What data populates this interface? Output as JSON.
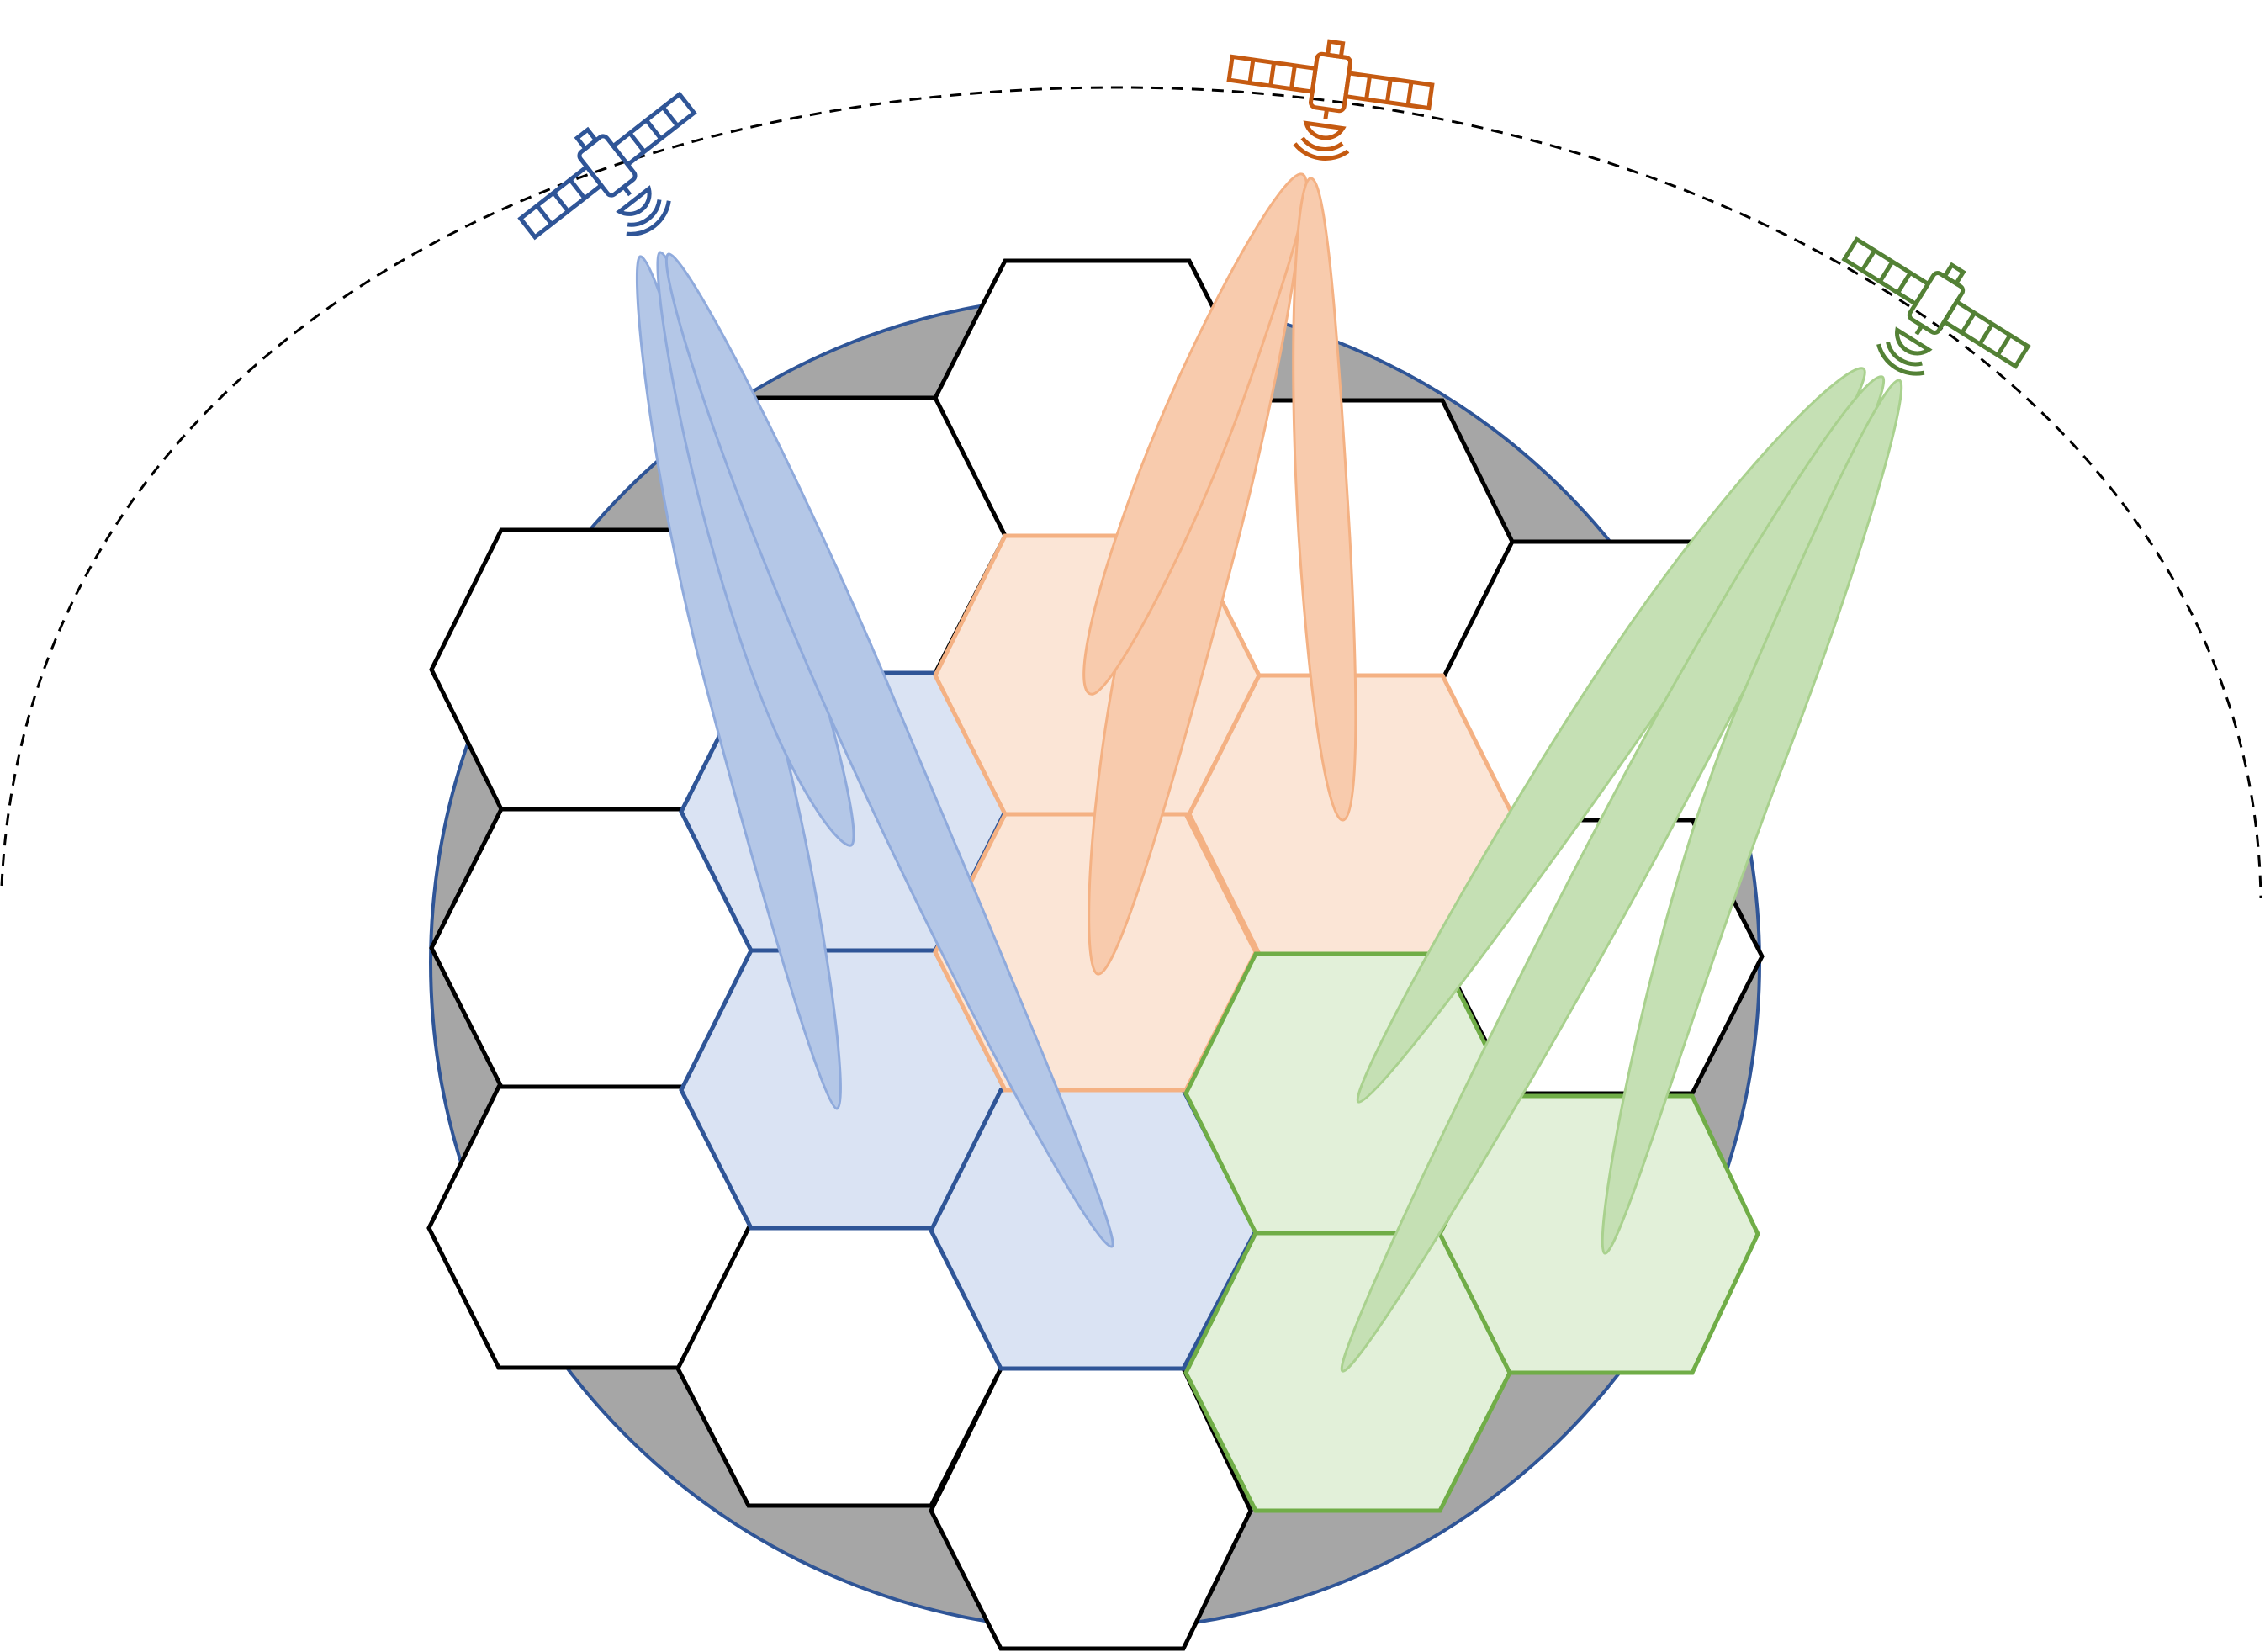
{
  "diagram": {
    "colors": {
      "background": "#ffffff",
      "disk_fill": "#a6a6a6",
      "disk_stroke": "#2f5597",
      "cell_stroke": "#000000",
      "orbit_stroke": "#000000",
      "blue_fill": "#dae3f3",
      "blue_stroke": "#2f5597",
      "blue_beam_fill": "#b4c7e7",
      "blue_beam_stroke": "#8faadc",
      "blue_satellite": "#2f5597",
      "orange_fill": "#fbe5d6",
      "orange_stroke": "#f4b183",
      "orange_beam_fill": "#f8cbad",
      "orange_beam_stroke": "#f4b183",
      "orange_satellite": "#c55a11",
      "green_fill": "#e2f0d9",
      "green_stroke": "#70ad47",
      "green_beam_fill": "#c5e0b4",
      "green_beam_stroke": "#a9d18e",
      "green_satellite": "#538135"
    },
    "groups": [
      {
        "id": "blue",
        "satellite_icon": "satellite-icon",
        "beam_count": 3,
        "served_cell_count": 4
      },
      {
        "id": "orange",
        "satellite_icon": "satellite-icon",
        "beam_count": 3,
        "served_cell_count": 3
      },
      {
        "id": "green",
        "satellite_icon": "satellite-icon",
        "beam_count": 3,
        "served_cell_count": 3
      }
    ],
    "unserved_cell_count": 10,
    "orbit_style": "dashed"
  }
}
